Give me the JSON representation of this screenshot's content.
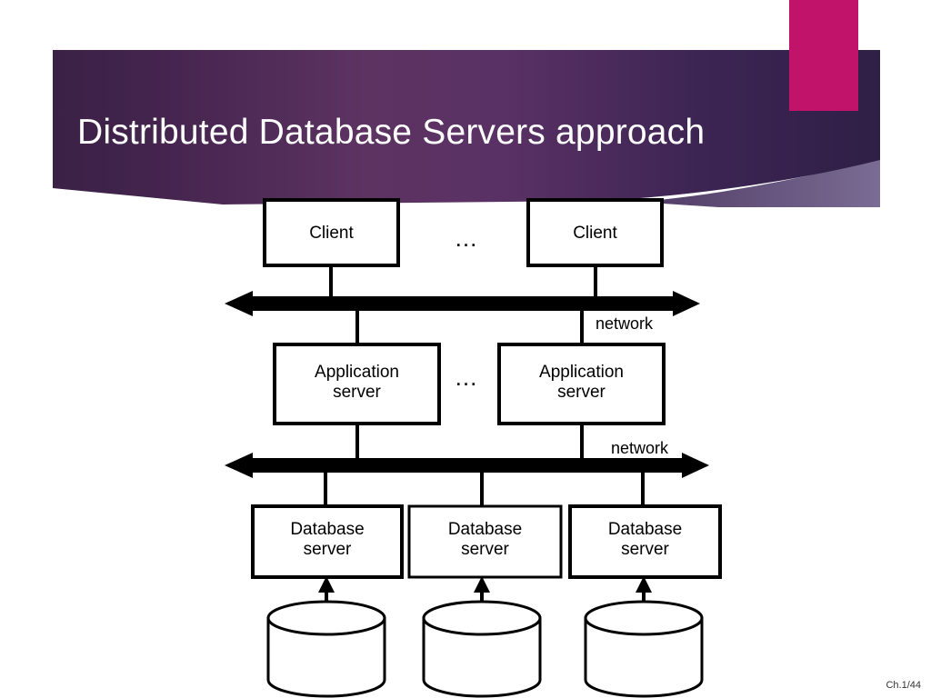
{
  "slide": {
    "title": "Distributed Database Servers approach",
    "footer": "Ch.1/44",
    "colors": {
      "banner_dark_left": "#3b2146",
      "banner_mid": "#5d3362",
      "banner_dark_right": "#2f1f47",
      "banner_accent": "#6d5f86",
      "magenta_tab": "#c2136b",
      "background": "#ffffff",
      "diagram_stroke": "#000000"
    }
  },
  "diagram": {
    "type": "three-tier-architecture",
    "tiers": [
      {
        "name": "client-tier",
        "nodes": [
          {
            "label": "Client"
          },
          {
            "label": "Client"
          }
        ],
        "ellipsis": "…"
      },
      {
        "name": "application-tier",
        "nodes": [
          {
            "label": "Application\nserver"
          },
          {
            "label": "Application\nserver"
          }
        ],
        "ellipsis": "…"
      },
      {
        "name": "database-tier",
        "nodes": [
          {
            "label": "Database\nserver"
          },
          {
            "label": "Database\nserver"
          },
          {
            "label": "Database\nserver"
          }
        ]
      },
      {
        "name": "storage-tier",
        "nodes": [
          {
            "label": ""
          },
          {
            "label": ""
          },
          {
            "label": ""
          }
        ]
      }
    ],
    "buses": [
      {
        "label": "network"
      },
      {
        "label": "network"
      }
    ]
  }
}
